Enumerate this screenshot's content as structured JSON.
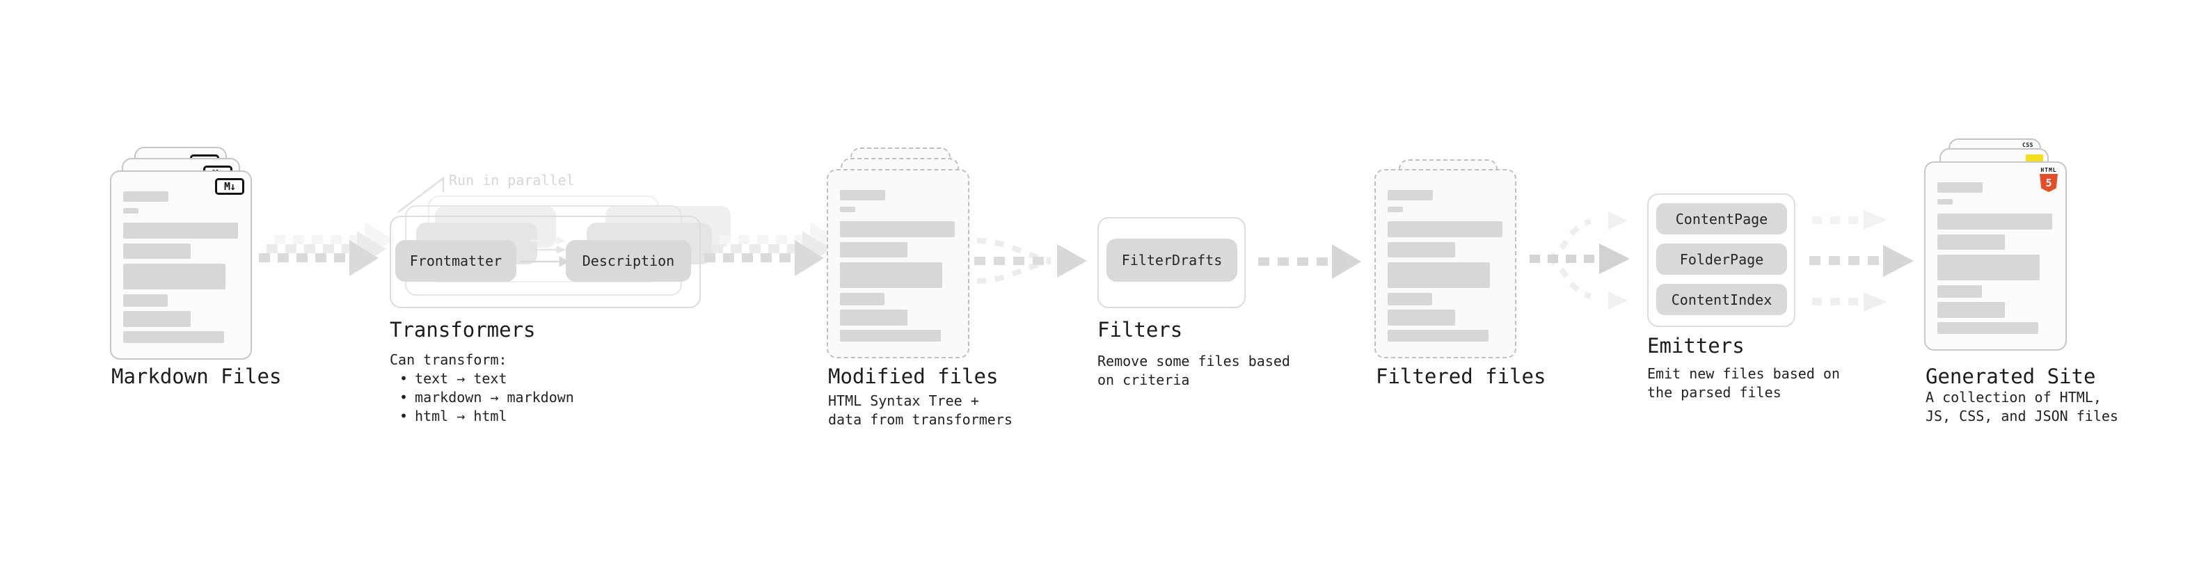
{
  "stages": {
    "markdown_files": {
      "title": "Markdown Files",
      "badge": "M↓"
    },
    "transformers": {
      "note": "Run in parallel",
      "pill_frontmatter": "Frontmatter",
      "pill_description": "Description",
      "title": "Transformers",
      "heading": "Can transform:",
      "bullet_char": "•",
      "bullets": [
        "text → text",
        "markdown → markdown",
        "html → html"
      ]
    },
    "modified_files": {
      "title": "Modified files",
      "subtitle": "HTML Syntax Tree +\ndata from transformers"
    },
    "filters": {
      "title": "Filters",
      "pill": "FilterDrafts",
      "subtitle": "Remove some files based\non criteria"
    },
    "filtered_files": {
      "title": "Filtered files"
    },
    "emitters": {
      "title": "Emitters",
      "pills": [
        "ContentPage",
        "FolderPage",
        "ContentIndex"
      ],
      "subtitle": "Emit new files based on\nthe parsed files"
    },
    "generated_site": {
      "title": "Generated Site",
      "subtitle": "A collection of HTML,\nJS, CSS, and JSON files",
      "html5_badge": {
        "label": "HTML",
        "number": "5"
      },
      "css_badge": "CSS"
    }
  },
  "colors": {
    "text": "#1F1F1F",
    "note_muted": "#D6D6D6",
    "pill_bg": "#D9D9D9",
    "card_border": "#C6C6C6",
    "card_bg": "#FBFBFB",
    "placeholder_bar": "#D7D7D7",
    "arrow": "#DADADA",
    "arrow_light": "#EDEDED",
    "html5_orange": "#E44D26",
    "js_yellow": "#F5DE19",
    "css_blue": "#2965F1"
  }
}
